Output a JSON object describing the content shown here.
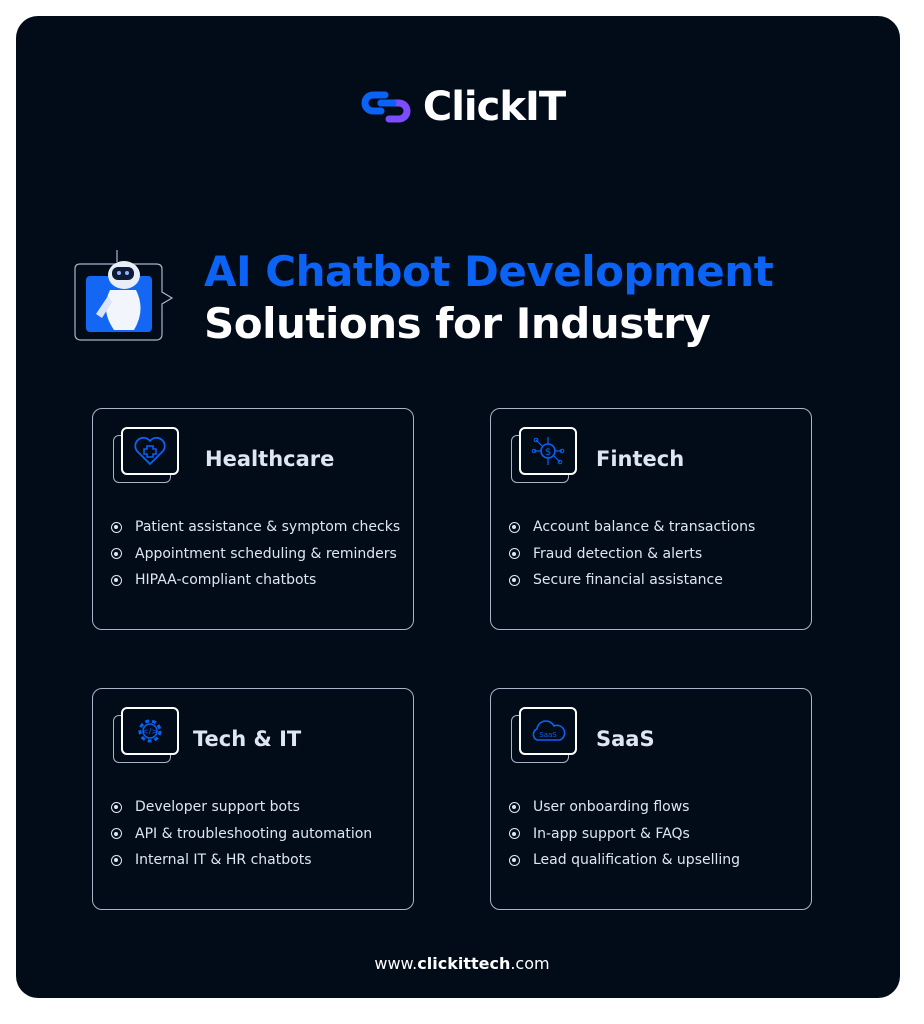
{
  "brand": {
    "name": "ClickIT",
    "colors": {
      "blue": "#0a63f5",
      "purple": "#7b4dff",
      "background": "#020b18"
    }
  },
  "title": {
    "line1": "AI Chatbot Development",
    "line2": "Solutions for Industry"
  },
  "cards": [
    {
      "title": "Healthcare",
      "icon": "heart-plus-icon",
      "items": [
        "Patient assistance & symptom checks",
        "Appointment scheduling & reminders",
        "HIPAA-compliant chatbots"
      ]
    },
    {
      "title": "Fintech",
      "icon": "dollar-circuit-icon",
      "items": [
        "Account balance & transactions",
        "Fraud detection & alerts",
        "Secure financial assistance"
      ]
    },
    {
      "title": "Tech & IT",
      "icon": "gear-icon",
      "items": [
        "Developer support bots",
        "API & troubleshooting automation",
        "Internal IT & HR chatbots"
      ]
    },
    {
      "title": "SaaS",
      "icon": "saas-cloud-icon",
      "items": [
        "User onboarding flows",
        "In-app support & FAQs",
        "Lead qualification & upselling"
      ]
    }
  ],
  "footer": {
    "prefix": "www.",
    "domain": "clickittech",
    "suffix": ".com"
  }
}
